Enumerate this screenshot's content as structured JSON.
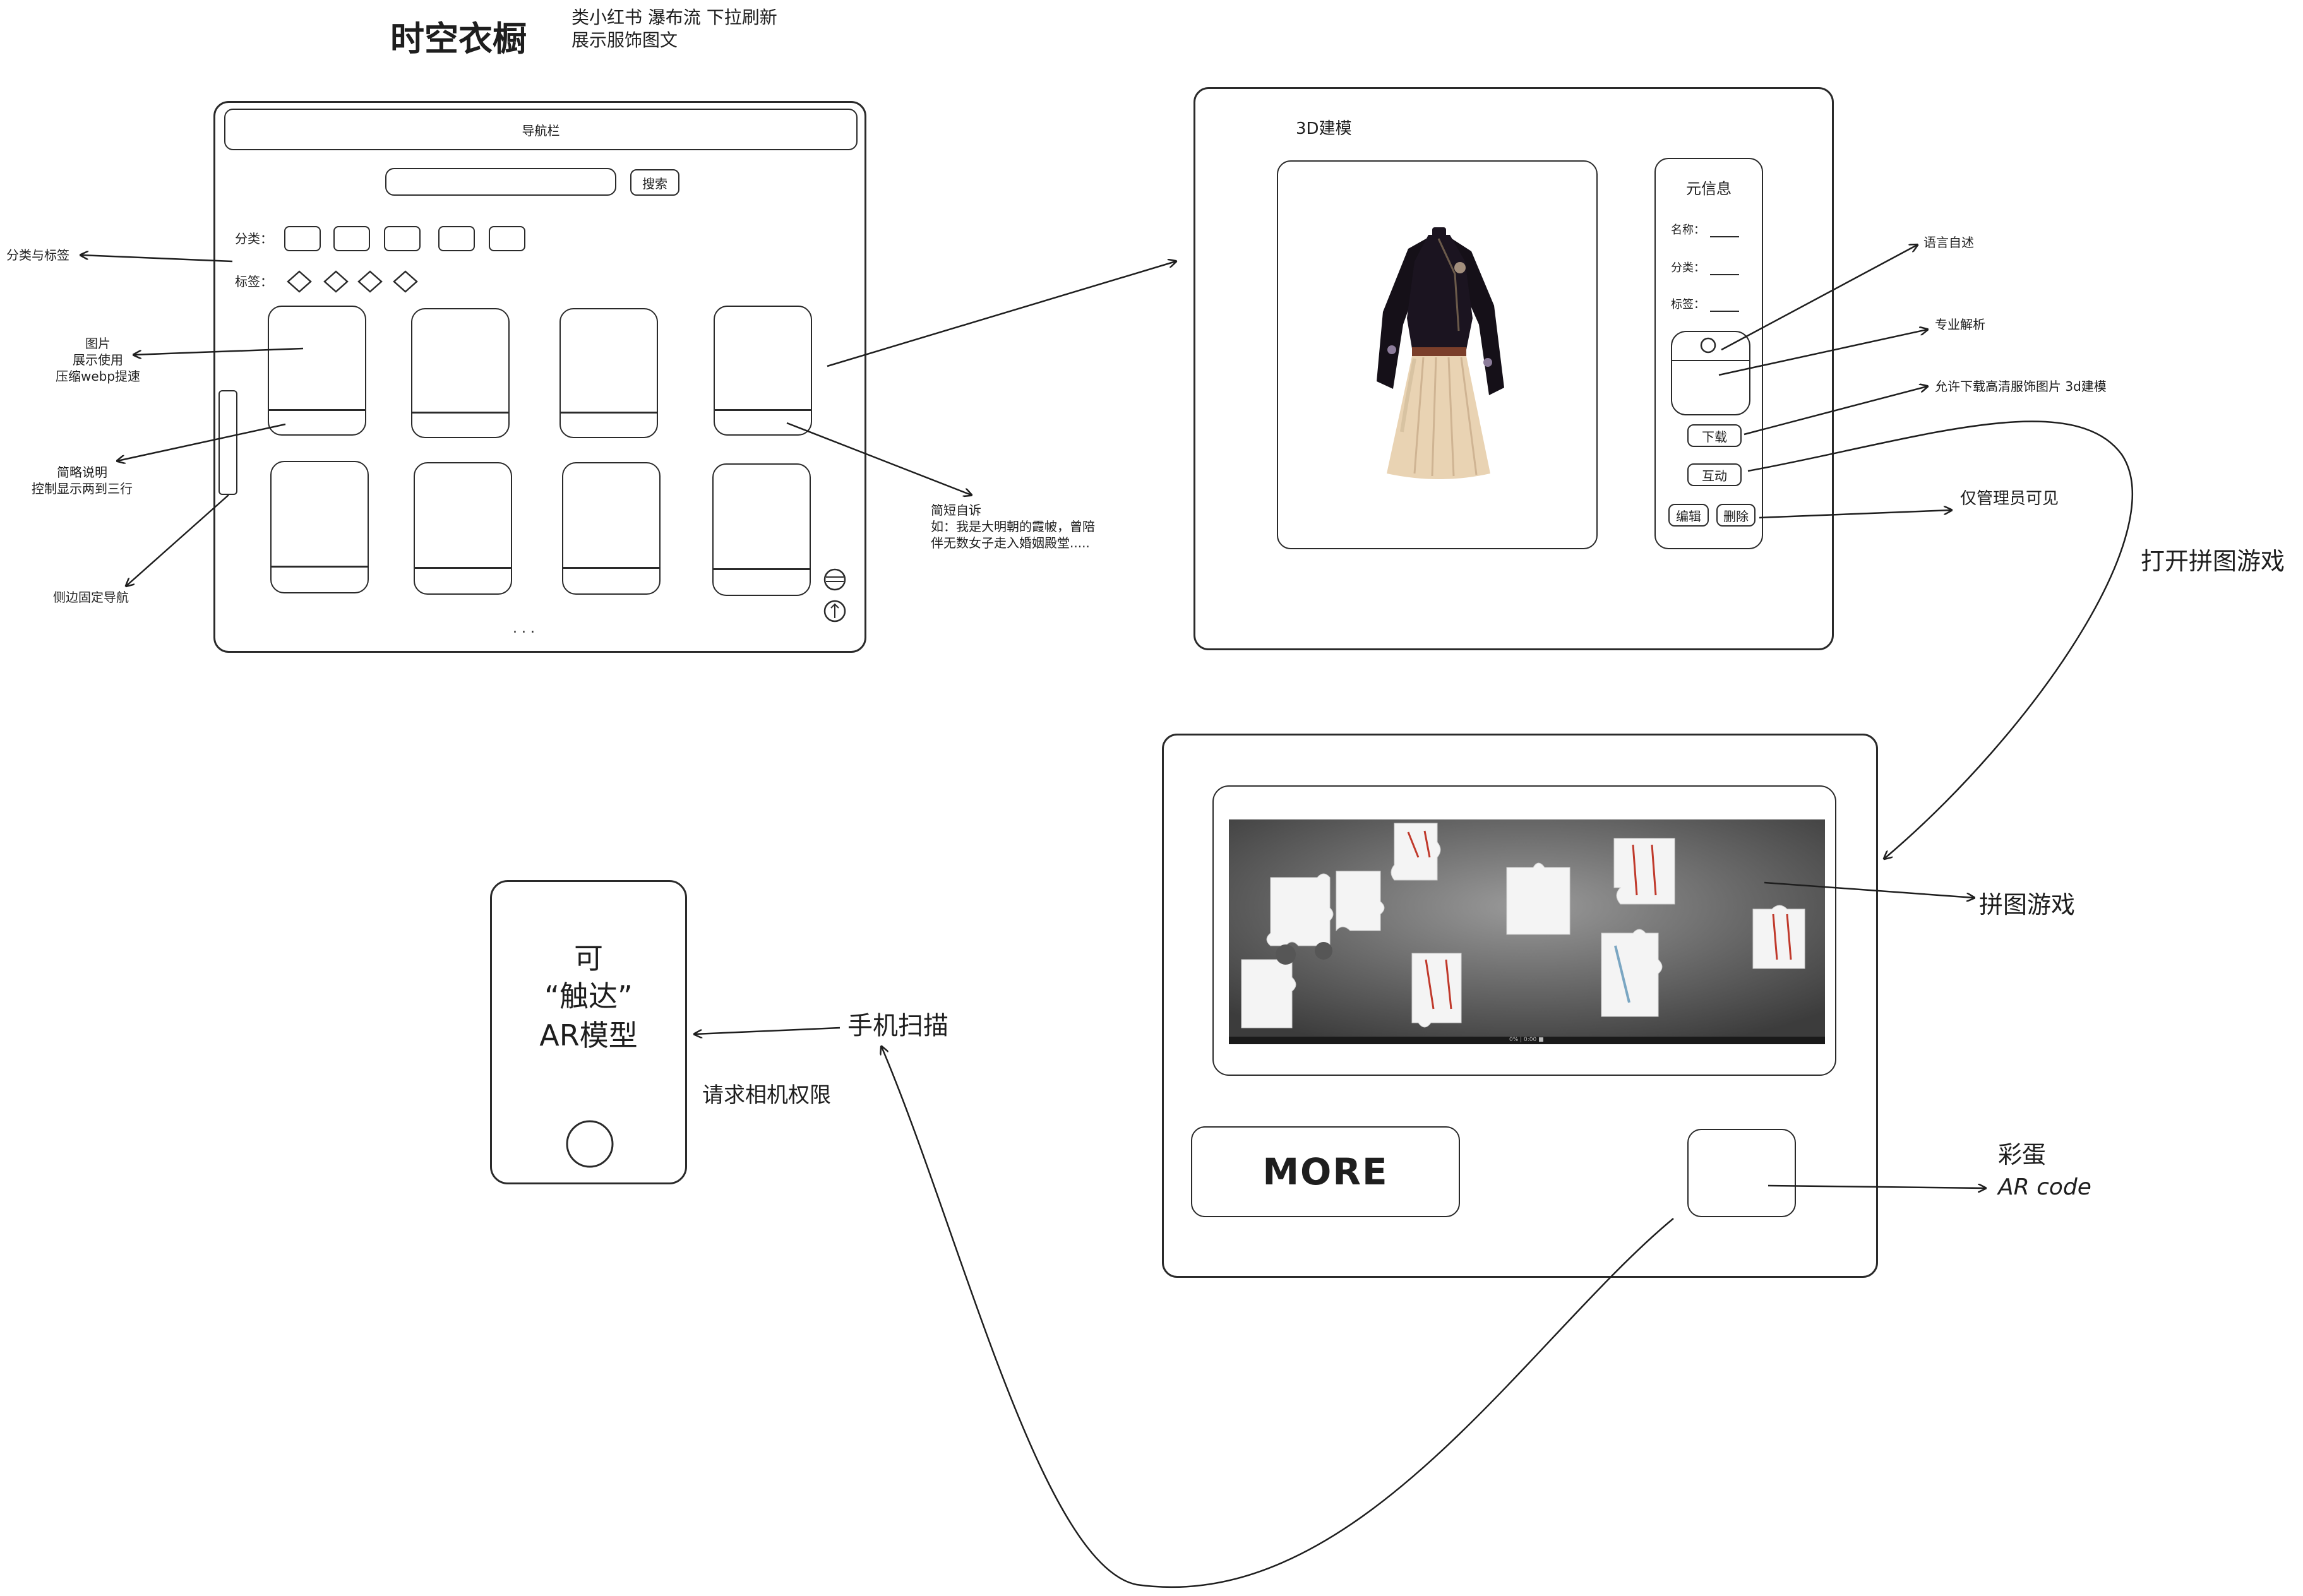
{
  "title": "时空衣橱",
  "title_note": [
    "类小红书 瀑布流 下拉刷新",
    "展示服饰图文"
  ],
  "main_screen": {
    "navbar_label": "导航栏",
    "search_button": "搜索",
    "category_label": "分类：",
    "tag_label": "标签：",
    "more_indicator": ". . ."
  },
  "left_annotations": {
    "category_and_tag": "分类与标签",
    "image_note": [
      "图片",
      "展示使用",
      "压缩webp提速"
    ],
    "brief_note": [
      "简略说明",
      "控制显示两到三行"
    ],
    "side_nav": "侧边固定导航"
  },
  "card_annotation": [
    "简短自诉",
    "如：我是大明朝的霞帔，曾陪",
    "伴无数女子走入婚姻殿堂....."
  ],
  "detail_screen": {
    "model_label": "3D建模",
    "meta_title": "元信息",
    "meta_fields": [
      "名称：",
      "分类：",
      "标签："
    ],
    "download_button": "下载",
    "interact_button": "互动",
    "edit_button": "编辑",
    "delete_button": "删除"
  },
  "detail_annotations": {
    "voice": "语言自述",
    "analysis": "专业解析",
    "download": "允许下载高清服饰图片 3d建模",
    "admin": "仅管理员可见"
  },
  "open_puzzle": "打开拼图游戏",
  "puzzle_screen": {
    "player_status": "0%  |  0:00 ■",
    "more_button": "MORE"
  },
  "puzzle_annotations": {
    "puzzle": "拼图游戏",
    "easter_egg": "彩蛋",
    "ar_code": "AR code"
  },
  "phone": {
    "line1": "可",
    "line2": "“触达”",
    "line3": "AR模型"
  },
  "phone_annotations": {
    "scan": "手机扫描",
    "camera": "请求相机权限"
  }
}
